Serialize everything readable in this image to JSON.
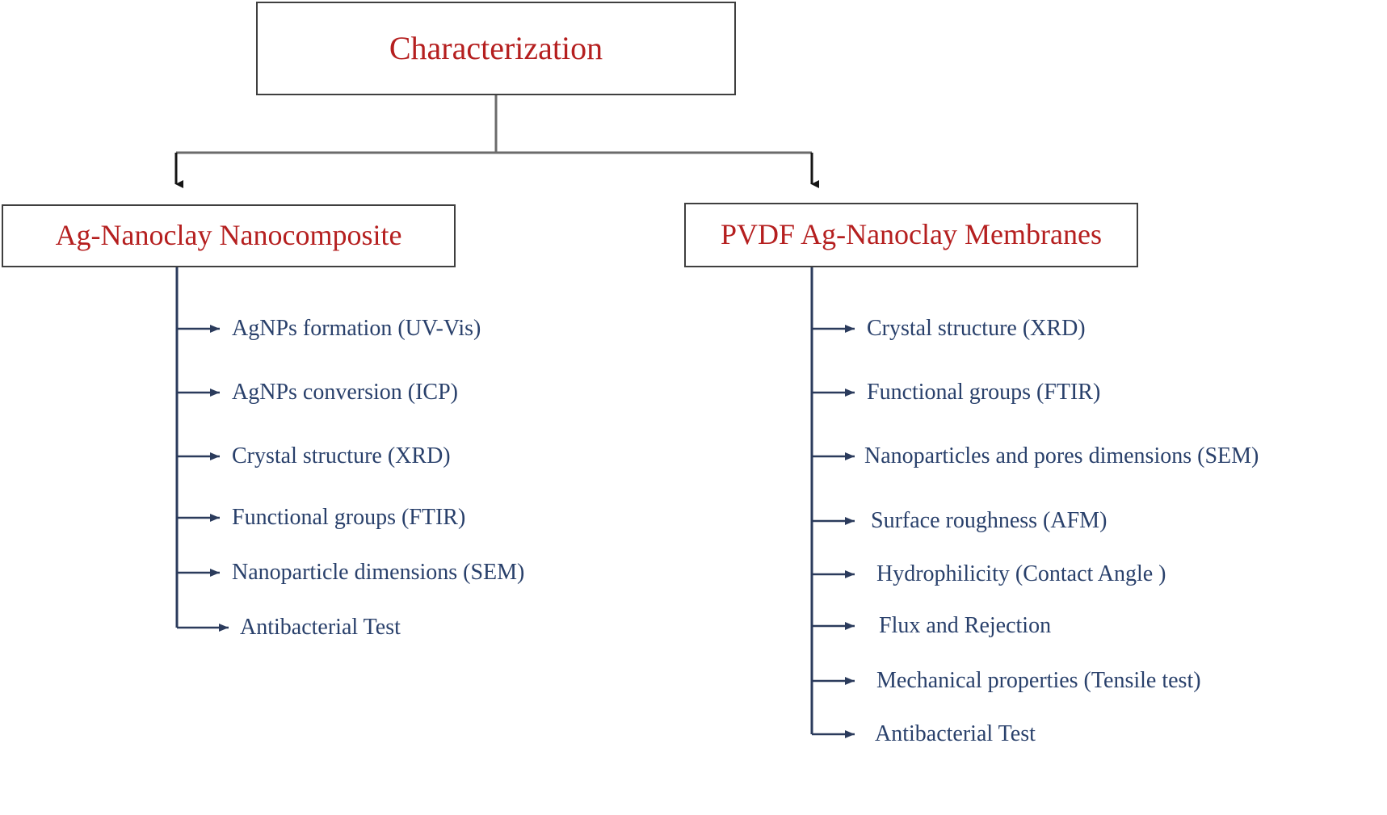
{
  "diagram": {
    "title": "Characterization",
    "colors": {
      "node_text": "#b51f1f",
      "leaf_text": "#29406b",
      "box_border": "#3f3f3f",
      "connector": "#2b3b5c",
      "background": "#ffffff"
    },
    "root": {
      "label": "Characterization"
    },
    "branches": [
      {
        "id": "ag-nanoclay-nanocomposite",
        "label": "Ag-Nanoclay Nanocomposite",
        "items": [
          {
            "label": "AgNPs formation (UV-Vis)"
          },
          {
            "label": "AgNPs conversion (ICP)"
          },
          {
            "label": "Crystal structure  (XRD)"
          },
          {
            "label": "Functional groups (FTIR)"
          },
          {
            "label": "Nanoparticle dimensions (SEM)"
          },
          {
            "label": "Antibacterial  Test"
          }
        ]
      },
      {
        "id": "pvdf-ag-nanoclay-membranes",
        "label": "PVDF Ag-Nanoclay Membranes",
        "items": [
          {
            "label": "Crystal structure  (XRD)"
          },
          {
            "label": "Functional groups (FTIR)"
          },
          {
            "label": "Nanoparticles and pores  dimensions (SEM)"
          },
          {
            "label": "Surface roughness (AFM)"
          },
          {
            "label": "Hydrophilicity  (Contact Angle  )"
          },
          {
            "label": "Flux and Rejection"
          },
          {
            "label": "Mechanical  properties (Tensile test)"
          },
          {
            "label": "Antibacterial  Test"
          }
        ]
      }
    ]
  }
}
